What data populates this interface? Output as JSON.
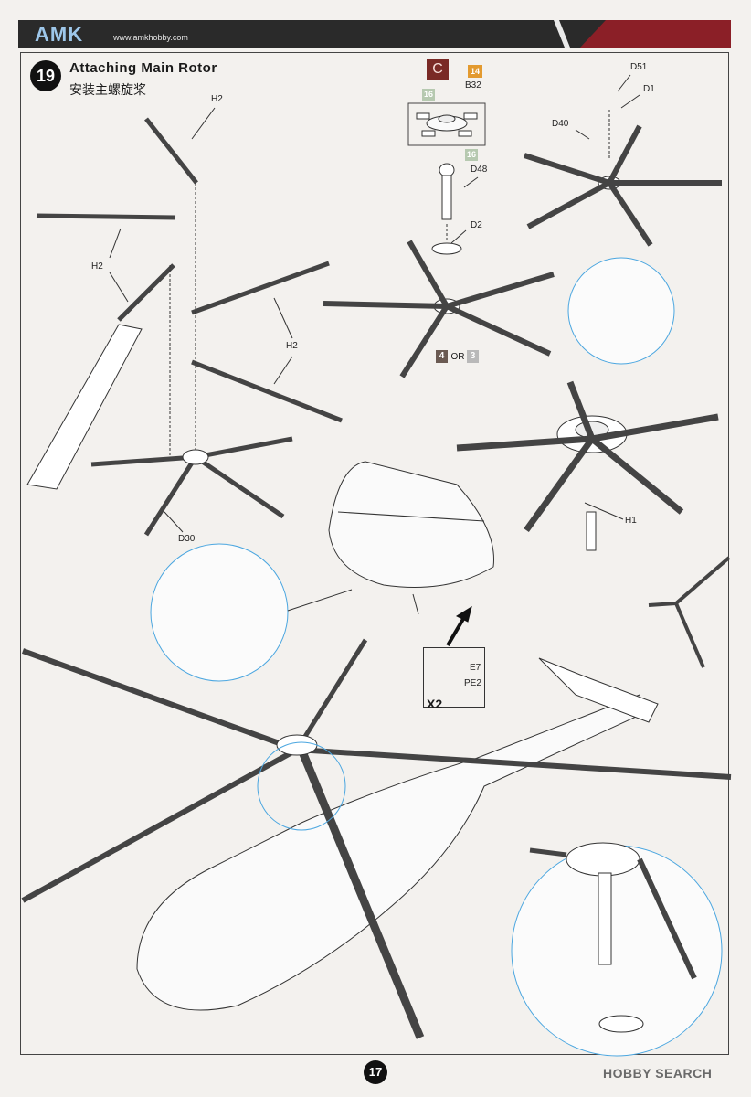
{
  "header": {
    "brand": "AMK",
    "url": "www.amkhobby.com"
  },
  "step": {
    "number": "19",
    "title_en": "Attaching Main Rotor",
    "title_cn": "安装主螺旋桨"
  },
  "paint_codes": {
    "c": "C",
    "code_14": "14",
    "code_16a": "16",
    "code_16b": "16",
    "code_4": "4",
    "or": "OR",
    "code_3": "3"
  },
  "parts": {
    "b32": "B32",
    "d48": "D48",
    "d2": "D2",
    "d51": "D51",
    "d1": "D1",
    "d40": "D40",
    "h2_top": "H2",
    "h2_left": "H2",
    "h2_right": "H2",
    "d30": "D30",
    "h1": "H1",
    "e7": "E7",
    "pe2": "PE2",
    "x2": "X2"
  },
  "footer": {
    "page": "17",
    "watermark": "HOBBY SEARCH"
  },
  "colors": {
    "header_bg": "#2a2a2a",
    "header_red": "#8b1f27",
    "code_c": "#7a2a26",
    "code_14": "#e39a2f",
    "code_16": "#b6c9b0",
    "code_4": "#6a5a52",
    "code_3": "#b9b9b9",
    "callout_circle": "#4aa6e0"
  }
}
